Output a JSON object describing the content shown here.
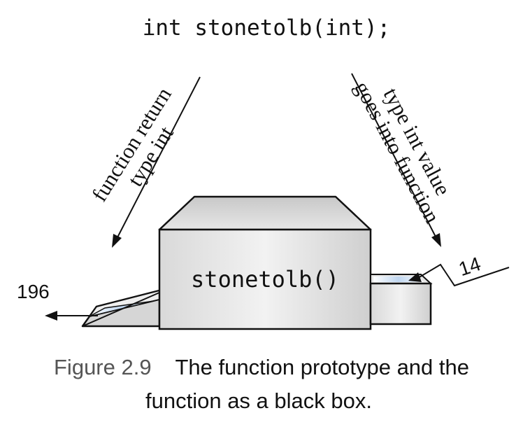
{
  "prototype_code": "int stonetolb(int);",
  "left_annotation": {
    "line1": "function return",
    "line2": "type int"
  },
  "right_annotation": {
    "line1": "type int value",
    "line2": "goes into function"
  },
  "box_label": "stonetolb()",
  "input_value": "14",
  "output_value": "196",
  "caption": {
    "number": "Figure 2.9",
    "line1_rest": "The function prototype and the",
    "line2": "function as a black box."
  }
}
